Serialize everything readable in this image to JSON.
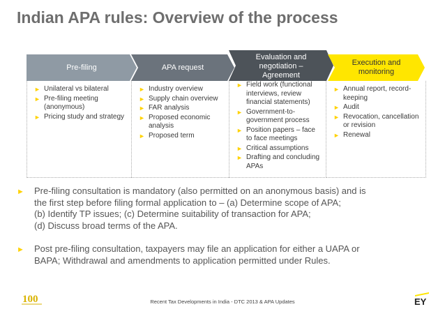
{
  "title": "Indian APA rules: Overview of the process",
  "stages": [
    {
      "label": "Pre-filing"
    },
    {
      "label": "APA request"
    },
    {
      "label": "Evaluation and negotiation – Agreement"
    },
    {
      "label": "Execution and monitoring"
    }
  ],
  "columns": [
    {
      "items": [
        "Unilateral vs bilateral",
        "Pre-filing meeting (anonymous)",
        "Pricing study and strategy"
      ]
    },
    {
      "items": [
        "Industry overview",
        "Supply chain overview",
        "FAR analysis",
        "Proposed economic analysis",
        "Proposed term"
      ]
    },
    {
      "items": [
        "Field work (functional interviews, review financial statements)",
        "Government-to-government process",
        "Position papers – face to face meetings",
        "Critical assumptions",
        "Drafting and concluding APAs"
      ]
    },
    {
      "items": [
        "Annual report, record-keeping",
        "Audit",
        "Revocation, cancellation or revision",
        "Renewal"
      ]
    }
  ],
  "bullets": [
    {
      "lines": [
        "Pre-filing consultation is mandatory (also permitted on an anonymous basis) and is",
        "the first step before filing formal application to – (a) Determine scope of APA;",
        "(b) Identify TP issues; (c) Determine suitability of transaction for APA;",
        "(d) Discuss broad terms of the APA."
      ]
    },
    {
      "lines": [
        "Post pre-filing consultation, taxpayers may file an application for either a UAPA or",
        "BAPA; Withdrawal and amendments to application permitted under Rules."
      ]
    }
  ],
  "footer": {
    "text": "Recent Tax Developments in India - DTC 2013 & APA Updates",
    "logo_left": "100",
    "logo_right": "EY"
  },
  "colors": {
    "accent": "#ffe600",
    "stage1": "#8f9aa4",
    "stage2": "#6b737c",
    "stage3": "#4d5359",
    "title": "#6e6e6e"
  }
}
